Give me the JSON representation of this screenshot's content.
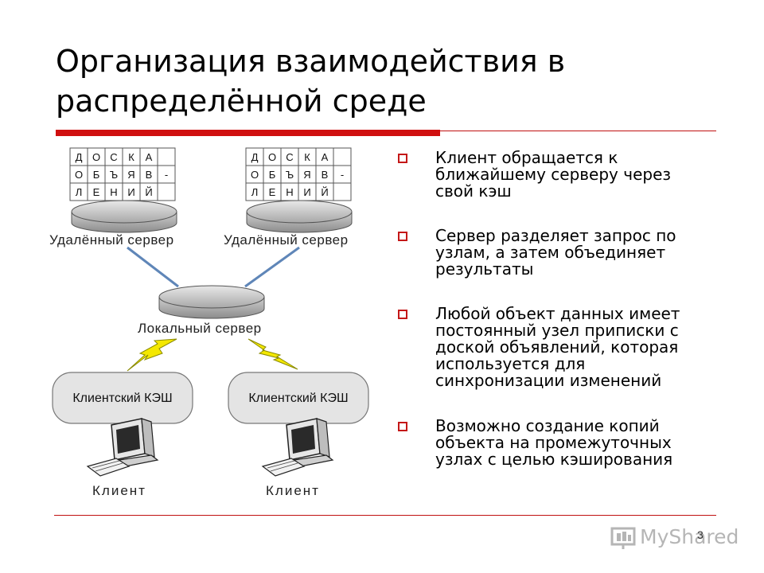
{
  "title": {
    "line1": "Организация взаимодействия в",
    "line2": "распределённой среде"
  },
  "diagram": {
    "board_cells": [
      [
        "Д",
        "О",
        "С",
        "К",
        "А",
        ""
      ],
      [
        "О",
        "Б",
        "Ъ",
        "Я",
        "В",
        "-"
      ],
      [
        "Л",
        "Е",
        "Н",
        "И",
        "Й",
        ""
      ]
    ],
    "remote_server_left_label": "Удалённый сервер",
    "remote_server_right_label": "Удалённый сервер",
    "local_server_label": "Локальный сервер",
    "client_cache_left_label": "Клиентский КЭШ",
    "client_cache_right_label": "Клиентский КЭШ",
    "client_left_label": "Клиент",
    "client_right_label": "Клиент"
  },
  "bullets": [
    {
      "text": "Клиент обращается к ближайшему серверу через свой кэш"
    },
    {
      "text": "Сервер разделяет запрос по узлам, а затем объединяет результаты"
    },
    {
      "text": "Любой объект данных имеет постоянный узел приписки с доской объявлений, которая используется для синхронизации изменений"
    },
    {
      "text": "Возможно создание копий объекта на промежуточных узлах с целью кэширования"
    }
  ],
  "page_number": "3",
  "watermark": "MyShared",
  "colors": {
    "accent_red": "#d01010",
    "connector_blue": "#5f86b8",
    "lightning_yellow": "#f4e800",
    "server_gray": "#b9b9b9",
    "cache_bubble": "#e4e4e4"
  }
}
